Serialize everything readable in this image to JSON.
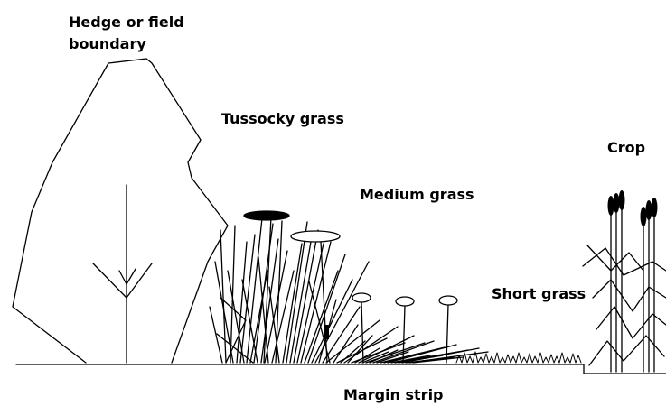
{
  "labels": {
    "hedge_line1": "Hedge or field",
    "hedge_line2": "boundary",
    "tussocky": "Tussocky grass",
    "medium": "Medium grass",
    "short": "Short grass",
    "crop": "Crop",
    "margin": "Margin strip"
  },
  "colors": {
    "line": "#000000",
    "background": "#ffffff"
  }
}
